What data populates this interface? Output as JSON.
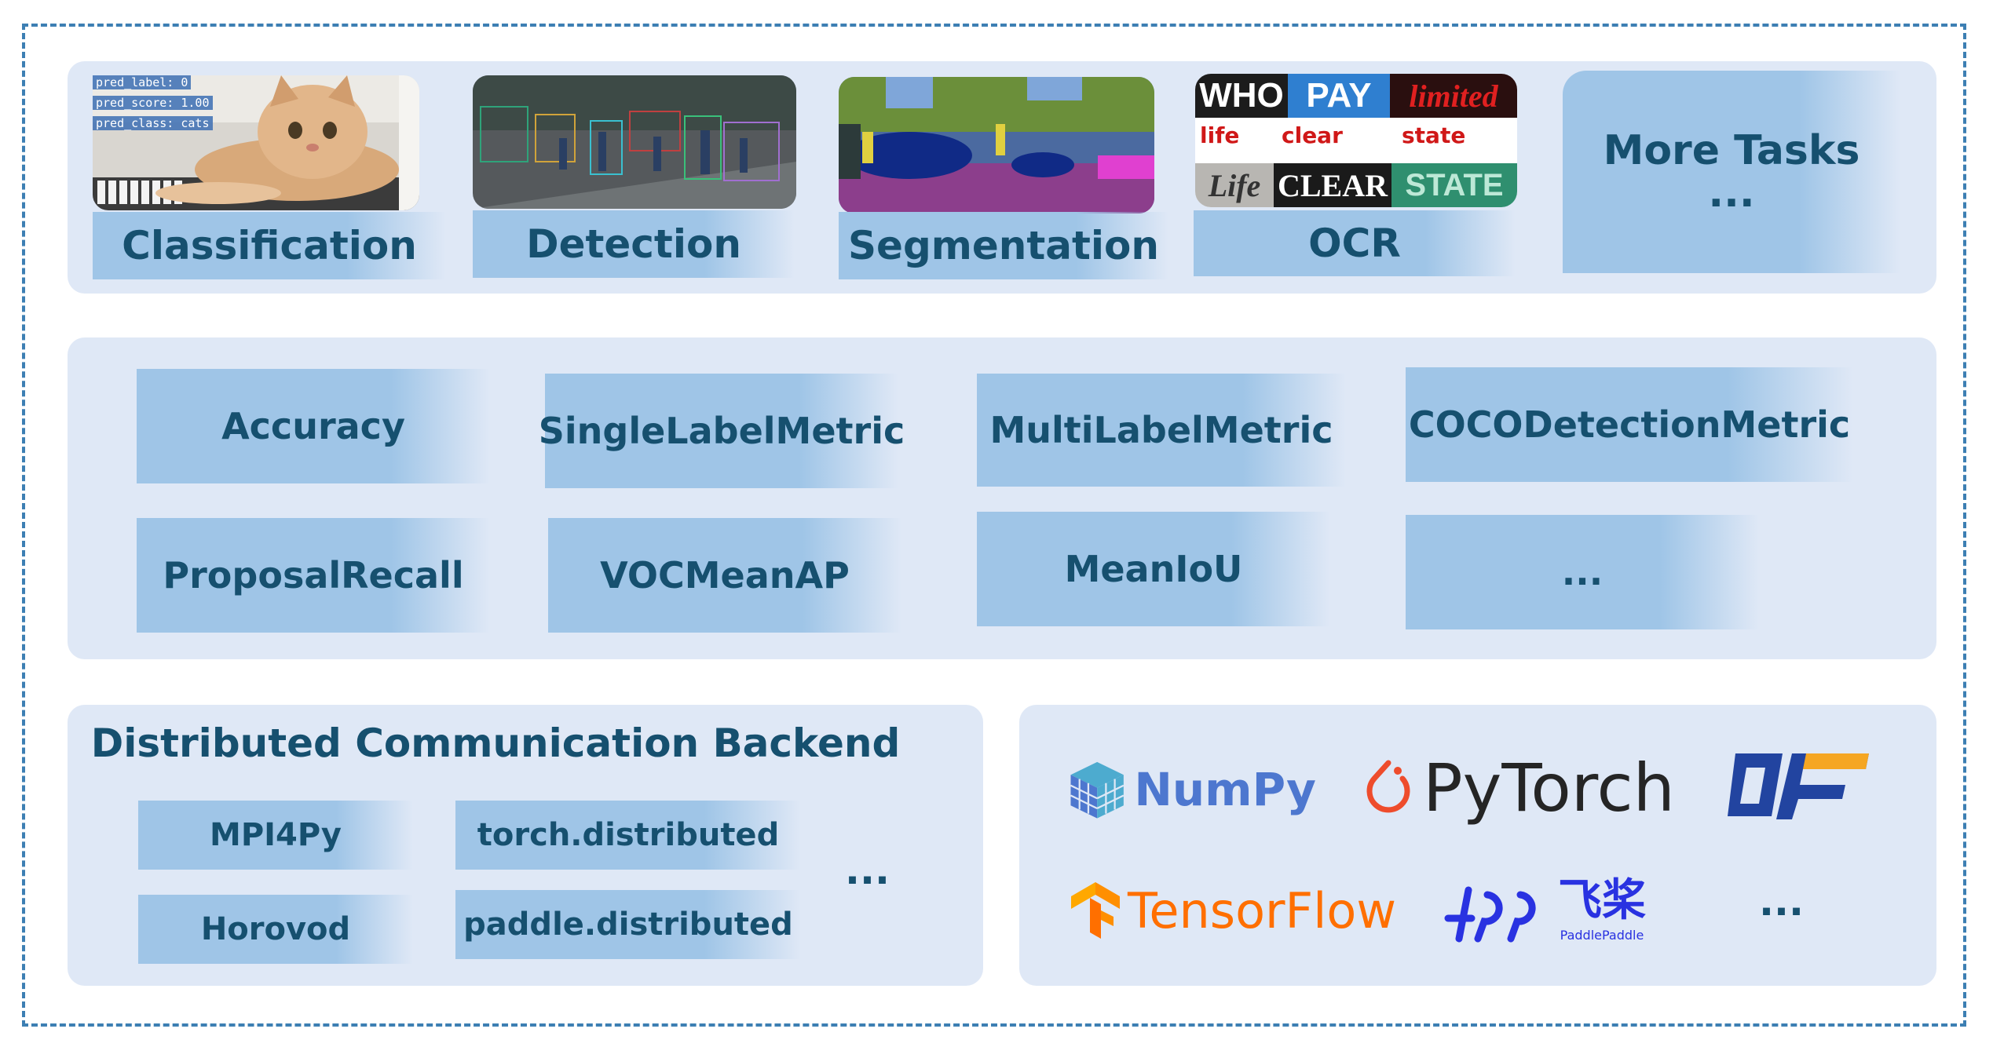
{
  "tasks": {
    "classification": {
      "label": "Classification",
      "overlay": [
        "pred_label: 0",
        "pred_score: 1.00",
        "pred_class: cats"
      ]
    },
    "detection": {
      "label": "Detection"
    },
    "segmentation": {
      "label": "Segmentation"
    },
    "ocr": {
      "label": "OCR",
      "words_top": [
        "WHO",
        "PAY",
        "limited"
      ],
      "words_mid": [
        "life",
        "clear",
        "state"
      ],
      "words_bot": [
        "Life",
        "CLEAR",
        "STATE"
      ]
    },
    "more": {
      "label": "More Tasks",
      "ellipsis": "..."
    }
  },
  "metrics": [
    "Accuracy",
    "SingleLabelMetric",
    "MultiLabelMetric",
    "COCODetectionMetric",
    "ProposalRecall",
    "VOCMeanAP",
    "MeanIoU",
    "..."
  ],
  "comm": {
    "title": "Distributed Communication Backend",
    "items": [
      "MPI4Py",
      "torch.distributed",
      "Horovod",
      "paddle.distributed"
    ],
    "ellipsis": "..."
  },
  "frameworks": {
    "numpy": "NumPy",
    "pytorch": "PyTorch",
    "oneflow": "OF",
    "tensorflow": "TensorFlow",
    "paddle_cn": "飞桨",
    "paddle_en": "PaddlePaddle",
    "ellipsis": "..."
  },
  "colors": {
    "frame_border": "#3d7fb3",
    "panel_bg": "#dfe8f6",
    "chip_bg": "#9fc5e7",
    "text_dark_blue": "#16506f"
  }
}
